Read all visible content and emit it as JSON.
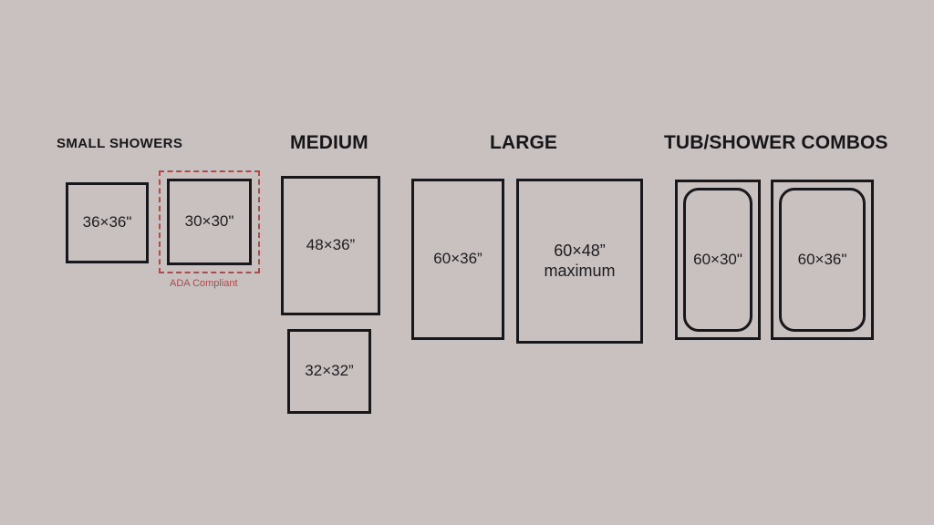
{
  "page": {
    "background_color": "#c9c0c0",
    "line_color": "#18171b",
    "accent_color": "#ab4b4b",
    "text_color": "#1d1c20"
  },
  "groups": [
    {
      "heading": "SMALL SHOWERS",
      "shapes": [
        {
          "label": "36×36\"",
          "note": ""
        },
        {
          "label": "30×30\"",
          "note": "ADA Compliant"
        }
      ]
    },
    {
      "heading": "MEDIUM",
      "shapes": [
        {
          "label": "48×36”",
          "note": ""
        },
        {
          "label": "32×32”",
          "note": ""
        }
      ]
    },
    {
      "heading": "LARGE",
      "shapes": [
        {
          "label": "60×36”",
          "note": ""
        },
        {
          "label": "60×48”\nmaximum",
          "note": ""
        }
      ]
    },
    {
      "heading": "TUB/SHOWER COMBOS",
      "shapes": [
        {
          "label": "60×30\"",
          "note": ""
        },
        {
          "label": "60×36\"",
          "note": ""
        }
      ]
    }
  ]
}
